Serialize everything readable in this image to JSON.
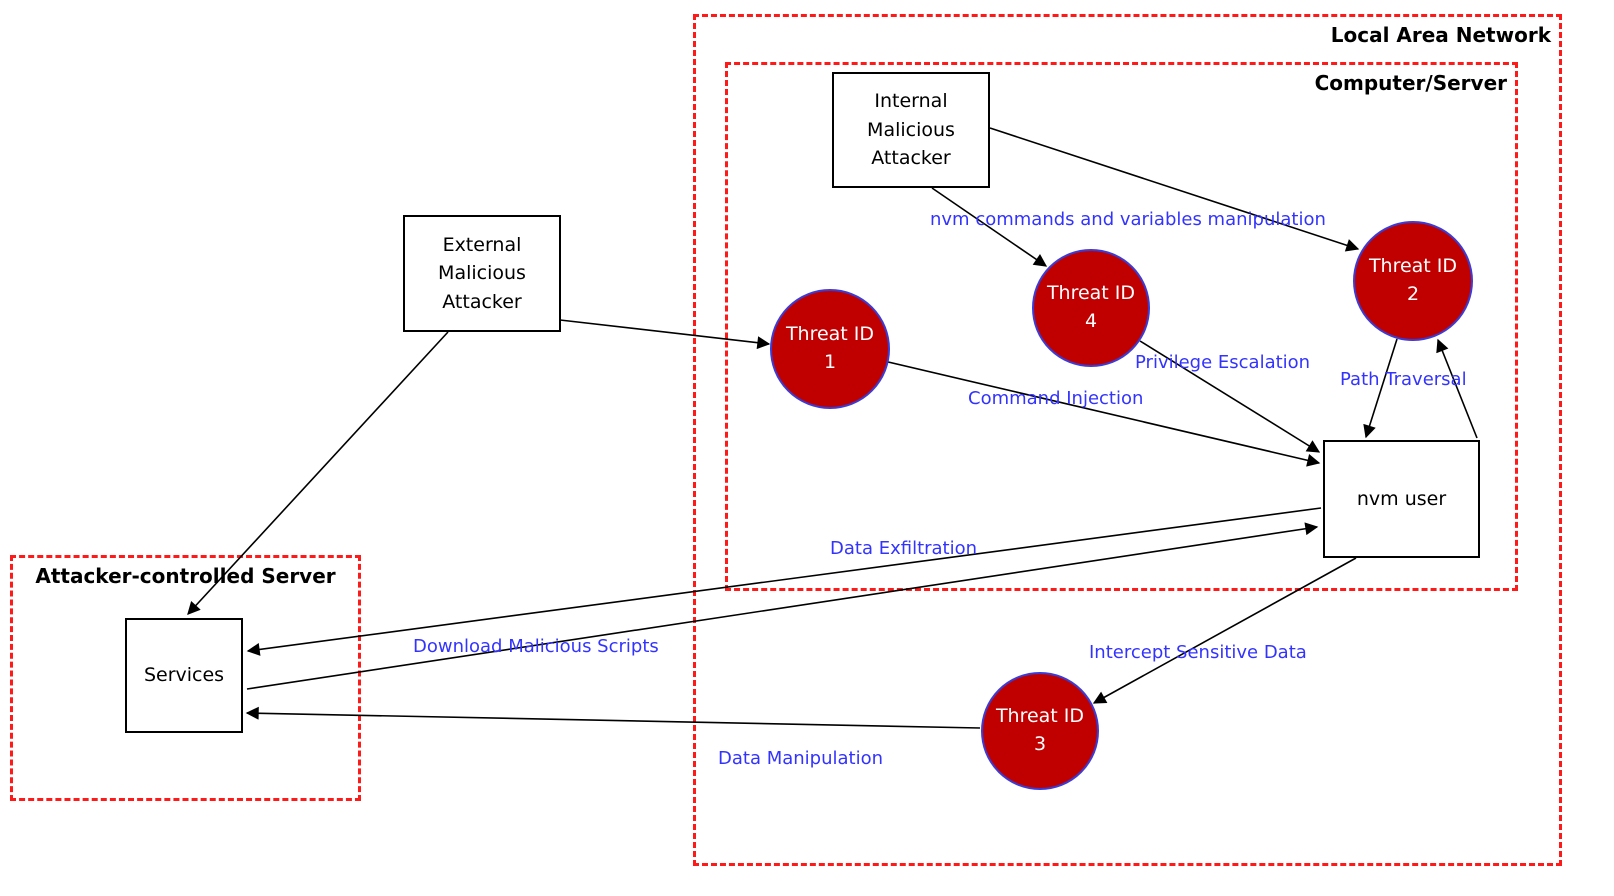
{
  "colors": {
    "boundary_red": "#ff1a1a",
    "threat_fill": "#c00000",
    "threat_border": "#3b3bd6",
    "edge_label_blue": "#3333ff",
    "node_border": "#000000",
    "background": "#ffffff"
  },
  "containers": {
    "lan": {
      "label": "Local Area Network"
    },
    "computer": {
      "label": "Computer/Server"
    },
    "attacker_server": {
      "label": "Attacker-controlled Server"
    }
  },
  "nodes": {
    "internal_attacker": {
      "label": "Internal\nMalicious\nAttacker"
    },
    "external_attacker": {
      "label": "External\nMalicious\nAttacker"
    },
    "nvm_user": {
      "label": "nvm user"
    },
    "services": {
      "label": "Services"
    }
  },
  "threats": {
    "t1": {
      "title": "Threat ID",
      "id": "1"
    },
    "t2": {
      "title": "Threat ID",
      "id": "2"
    },
    "t3": {
      "title": "Threat ID",
      "id": "3"
    },
    "t4": {
      "title": "Threat ID",
      "id": "4"
    }
  },
  "edges": {
    "nvm_manipulation": {
      "label": "nvm commands and variables manipulation"
    },
    "privilege_escalation": {
      "label": "Privilege Escalation"
    },
    "path_traversal": {
      "label": "Path Traversal"
    },
    "command_injection": {
      "label": "Command Injection"
    },
    "data_exfiltration": {
      "label": "Data Exfiltration"
    },
    "download_scripts": {
      "label": "Download Malicious Scripts"
    },
    "intercept_data": {
      "label": "Intercept Sensitive Data"
    },
    "data_manipulation": {
      "label": "Data Manipulation"
    }
  }
}
